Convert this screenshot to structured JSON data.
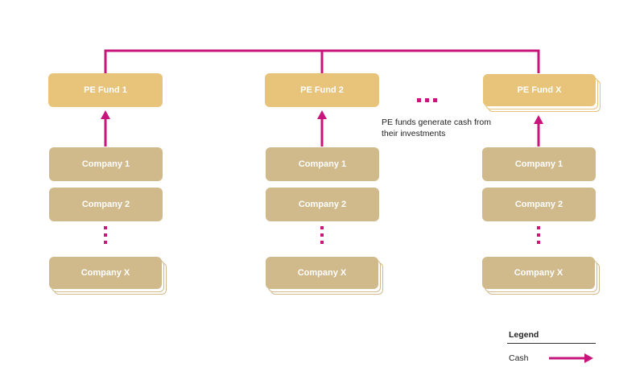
{
  "colors": {
    "cash": "#c7157b",
    "fund": "#e8c37a",
    "company": "#d0ba8b"
  },
  "funds": [
    {
      "label": "PE Fund 1"
    },
    {
      "label": "PE Fund 2"
    },
    {
      "label": "PE Fund X"
    }
  ],
  "companies": {
    "c1": "Company 1",
    "c2": "Company 2",
    "cx": "Company X"
  },
  "annotation": "PE funds generate cash from their investments",
  "legend": {
    "title": "Legend",
    "cash_label": "Cash"
  }
}
